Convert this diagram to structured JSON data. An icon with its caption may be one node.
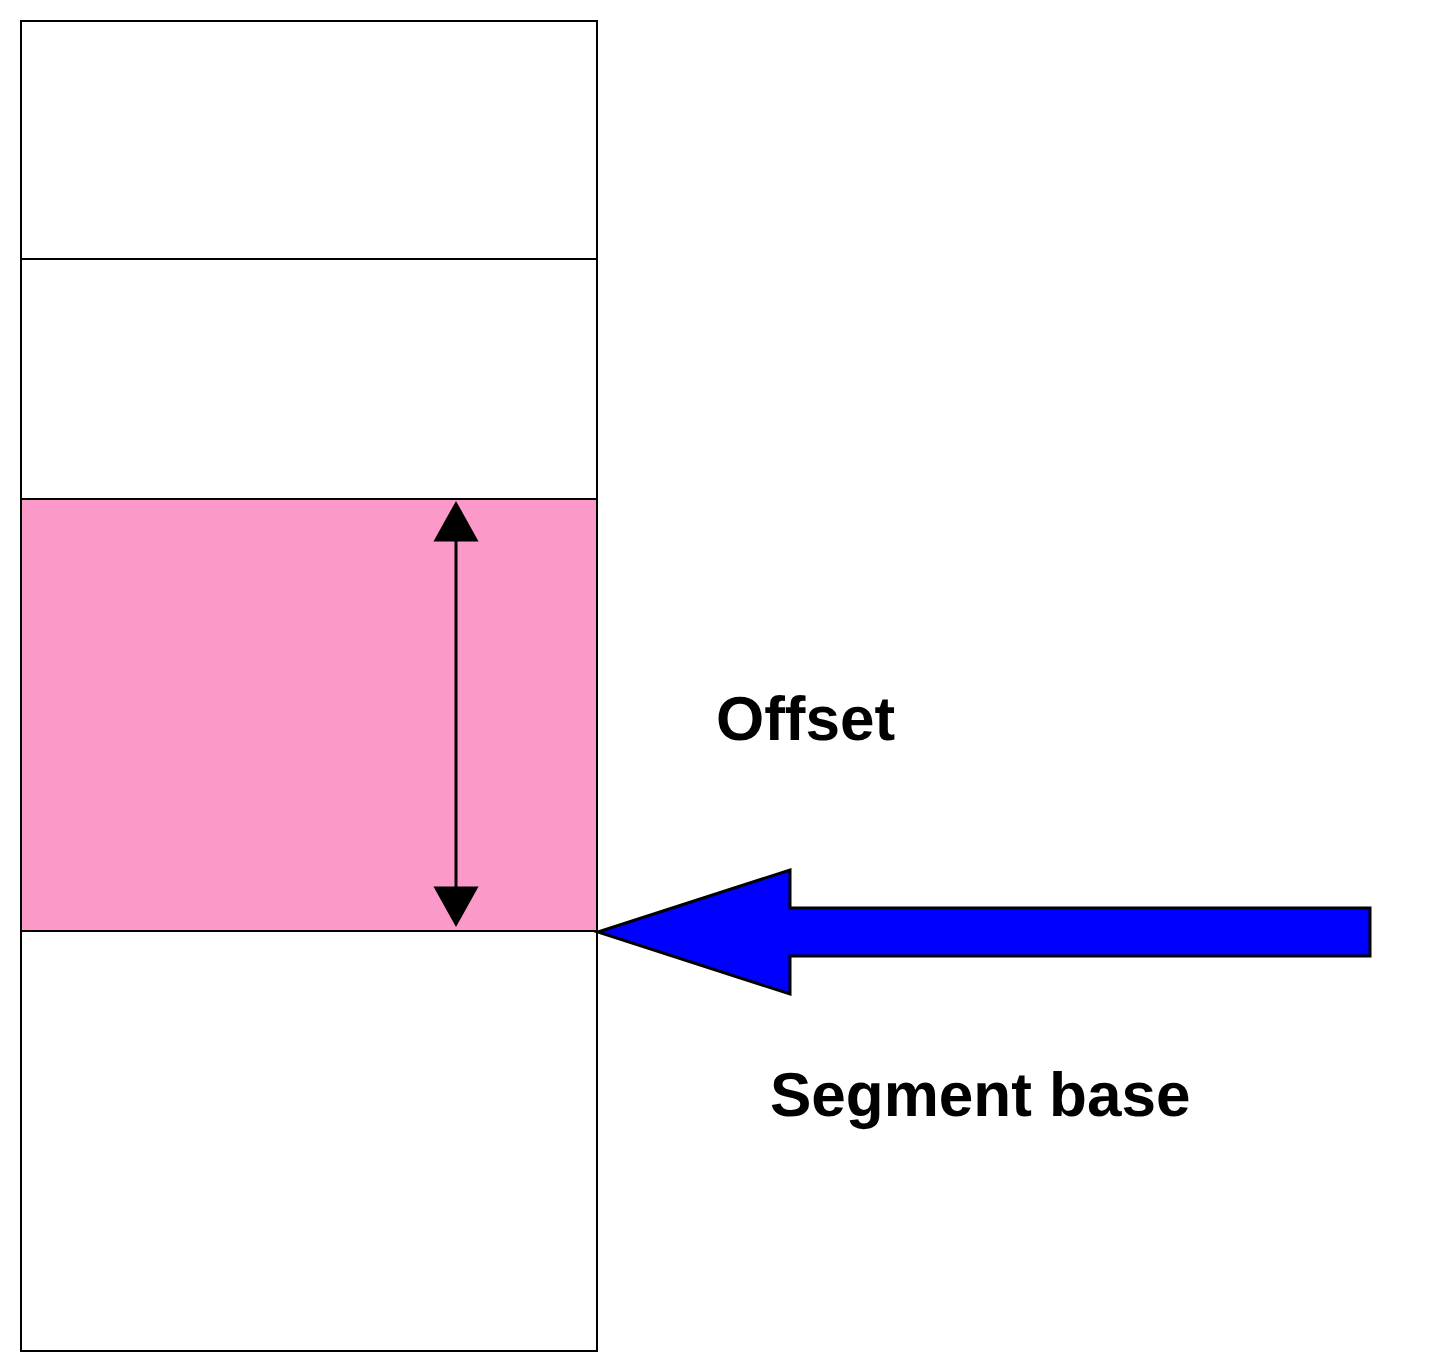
{
  "diagram": {
    "nodes": [
      {
        "text": [],
        "shape": "box"
      },
      {
        "text": [],
        "shape": "box"
      },
      {
        "text": [],
        "shape": "box"
      },
      {
        "text": [],
        "shape": "box"
      }
    ],
    "edges": [
      {
        "from": null,
        "to": 2,
        "arrow": "to",
        "label": "Segment base",
        "style": "thick",
        "color": "#0000ff"
      }
    ],
    "labels": [
      "Offset"
    ]
  }
}
